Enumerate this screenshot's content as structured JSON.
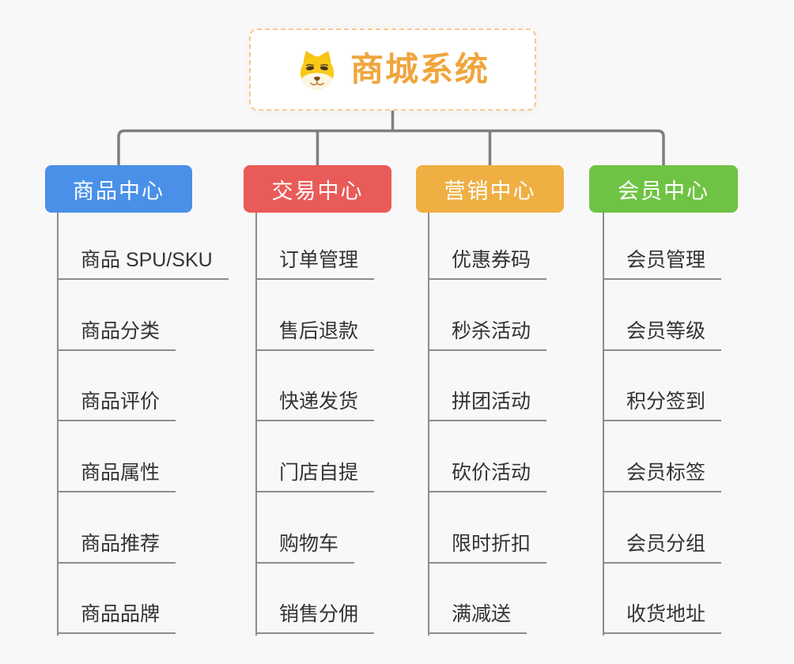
{
  "page": {
    "background_color": "#f8f8f8",
    "connector_color": "#7f7f7f",
    "branch_line_color": "#8c8c8c"
  },
  "root": {
    "title": "商城系统",
    "title_color": "#f0a53c",
    "icon": "dog-face-icon",
    "border_color": "#f6ca85"
  },
  "branches": [
    {
      "label": "商品中心",
      "color": "#4a90e8",
      "children": [
        "商品 SPU/SKU",
        "商品分类",
        "商品评价",
        "商品属性",
        "商品推荐",
        "商品品牌"
      ]
    },
    {
      "label": "交易中心",
      "color": "#e95b58",
      "children": [
        "订单管理",
        "售后退款",
        "快递发货",
        "门店自提",
        "购物车",
        "销售分佣"
      ]
    },
    {
      "label": "营销中心",
      "color": "#efaf43",
      "children": [
        "优惠券码",
        "秒杀活动",
        "拼团活动",
        "砍价活动",
        "限时折扣",
        "满减送"
      ]
    },
    {
      "label": "会员中心",
      "color": "#6fc344",
      "children": [
        "会员管理",
        "会员等级",
        "积分签到",
        "会员标签",
        "会员分组",
        "收货地址"
      ]
    }
  ]
}
